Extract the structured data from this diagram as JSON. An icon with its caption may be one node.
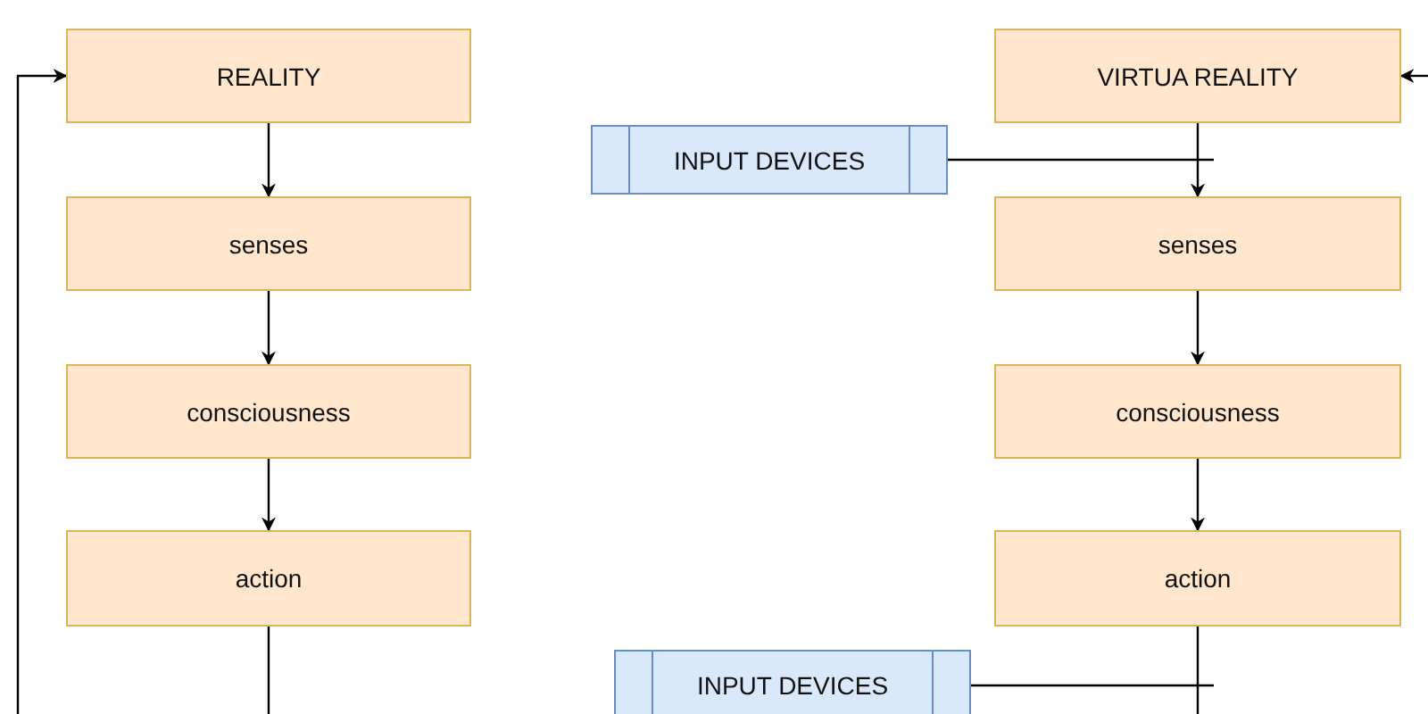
{
  "diagram": {
    "nodes": [
      {
        "text": [
          "REALITY"
        ]
      },
      {
        "text": [
          "VIRTUA REALITY"
        ]
      },
      {
        "text": [
          "INPUT DEVICES"
        ]
      },
      {
        "text": [
          "senses"
        ]
      },
      {
        "text": [
          "senses"
        ]
      },
      {
        "text": [
          "consciousness"
        ]
      },
      {
        "text": [
          "consciousness"
        ]
      },
      {
        "text": [
          "action"
        ]
      },
      {
        "text": [
          "INPUT DEVICES"
        ]
      },
      {
        "text": [
          "action"
        ]
      }
    ],
    "edges": [
      {
        "from": 0,
        "to": 3,
        "arrow": "to"
      },
      {
        "from": 3,
        "to": 5,
        "arrow": "to"
      },
      {
        "from": 5,
        "to": 7,
        "arrow": "to"
      },
      {
        "from": 7,
        "to": null,
        "arrow": "none"
      },
      {
        "from": null,
        "to": 0,
        "arrow": "to"
      },
      {
        "from": 1,
        "to": 4,
        "arrow": "to"
      },
      {
        "from": 2,
        "to": null,
        "arrow": "none"
      },
      {
        "from": 4,
        "to": 6,
        "arrow": "to"
      },
      {
        "from": 6,
        "to": 9,
        "arrow": "to"
      },
      {
        "from": 9,
        "to": null,
        "arrow": "none"
      },
      {
        "from": 8,
        "to": null,
        "arrow": "none"
      },
      {
        "from": null,
        "to": 1,
        "arrow": "to"
      }
    ]
  }
}
